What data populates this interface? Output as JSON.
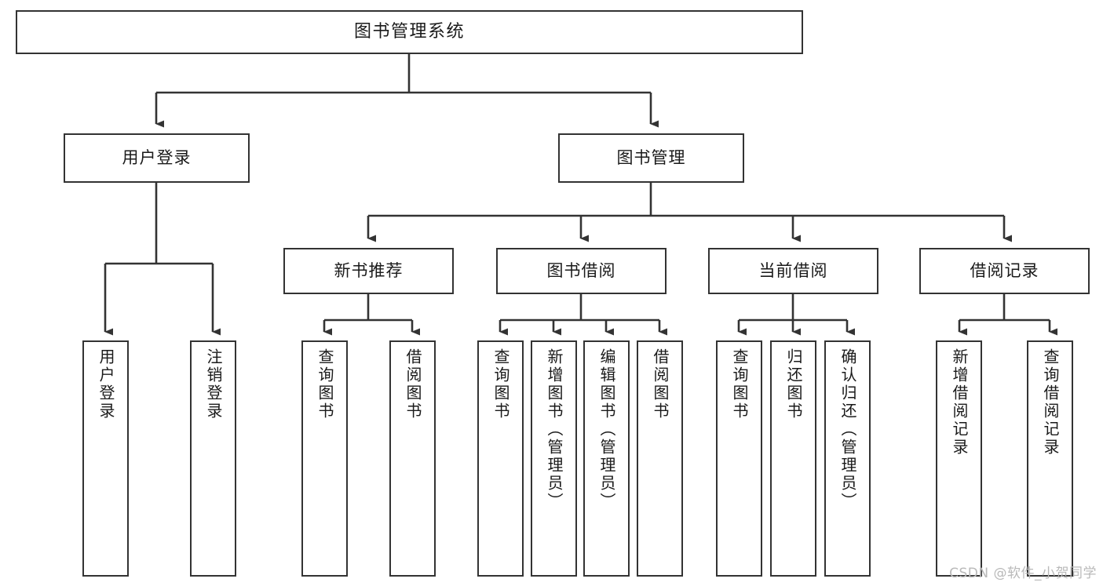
{
  "diagram": {
    "title": "图书管理系统",
    "type": "tree",
    "watermark": "CSDN @软件_小贺同学",
    "colors": {
      "border": "#333333",
      "background": "#ffffff",
      "text": "#1a1a1a",
      "connector": "#333333",
      "watermark": "#b9b9b9"
    },
    "nodes": {
      "root": {
        "label": "图书管理系统"
      },
      "level2": [
        {
          "label": "用户登录"
        },
        {
          "label": "图书管理"
        }
      ],
      "level3": [
        {
          "label": "新书推荐"
        },
        {
          "label": "图书借阅"
        },
        {
          "label": "当前借阅"
        },
        {
          "label": "借阅记录"
        }
      ],
      "leaves": {
        "user_login": [
          {
            "label": "用户登录"
          },
          {
            "label": "注销登录"
          }
        ],
        "new_book": [
          {
            "label": "查询图书"
          },
          {
            "label": "借阅图书"
          }
        ],
        "book_borrow": [
          {
            "label": "查询图书"
          },
          {
            "label": "新增图书（管理员）"
          },
          {
            "label": "编辑图书（管理员）"
          },
          {
            "label": "借阅图书"
          }
        ],
        "current_borrow": [
          {
            "label": "查询图书"
          },
          {
            "label": "归还图书"
          },
          {
            "label": "确认归还（管理员）"
          }
        ],
        "borrow_record": [
          {
            "label": "新增借阅记录"
          },
          {
            "label": "查询借阅记录"
          }
        ]
      }
    }
  }
}
